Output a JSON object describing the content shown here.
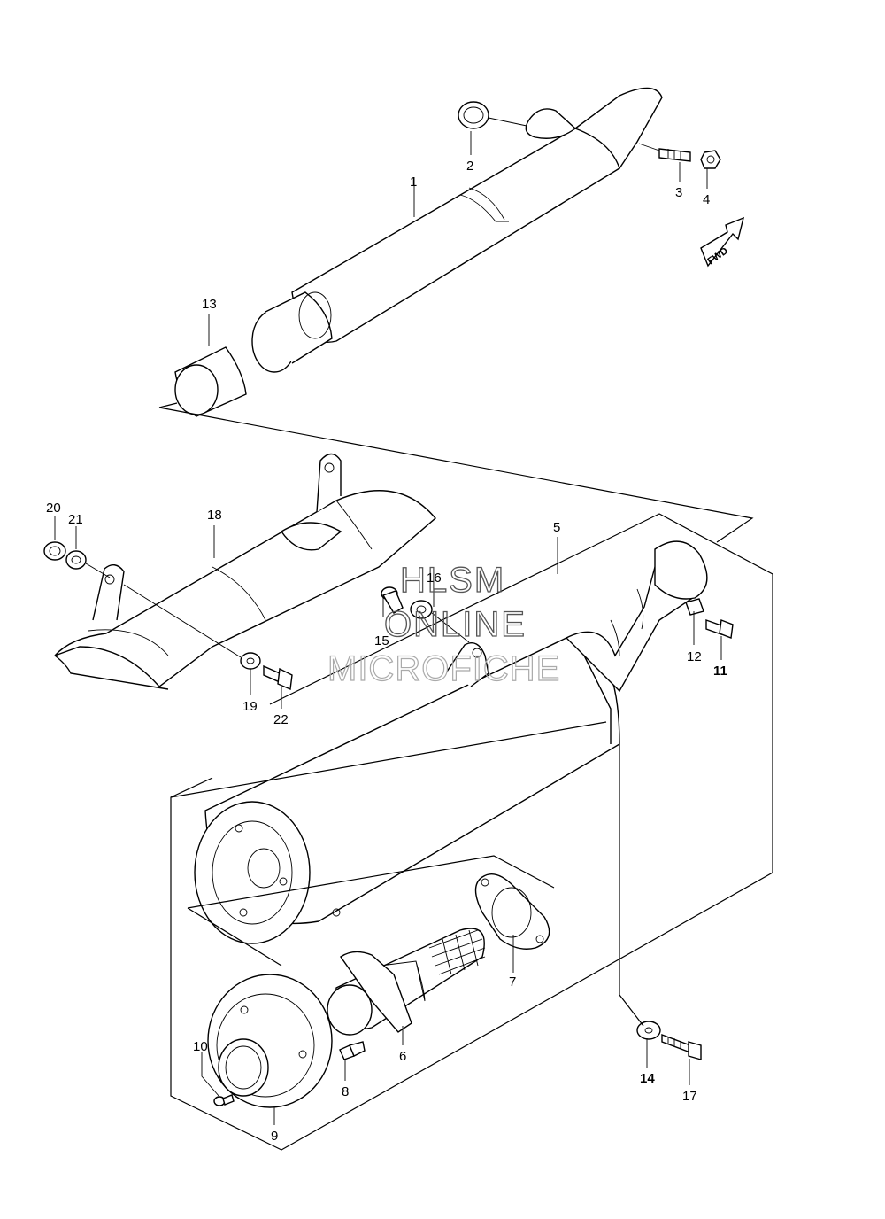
{
  "diagram": {
    "part_numbers": [
      "1",
      "2",
      "3",
      "4",
      "5",
      "6",
      "7",
      "8",
      "9",
      "10",
      "11",
      "12",
      "13",
      "14",
      "15",
      "16",
      "17",
      "18",
      "19",
      "20",
      "21",
      "22"
    ],
    "fwd_badge": "FWD"
  },
  "watermark": {
    "line1": "HLSM",
    "line2": "ONLINE",
    "line3": "MICROFICHE"
  }
}
